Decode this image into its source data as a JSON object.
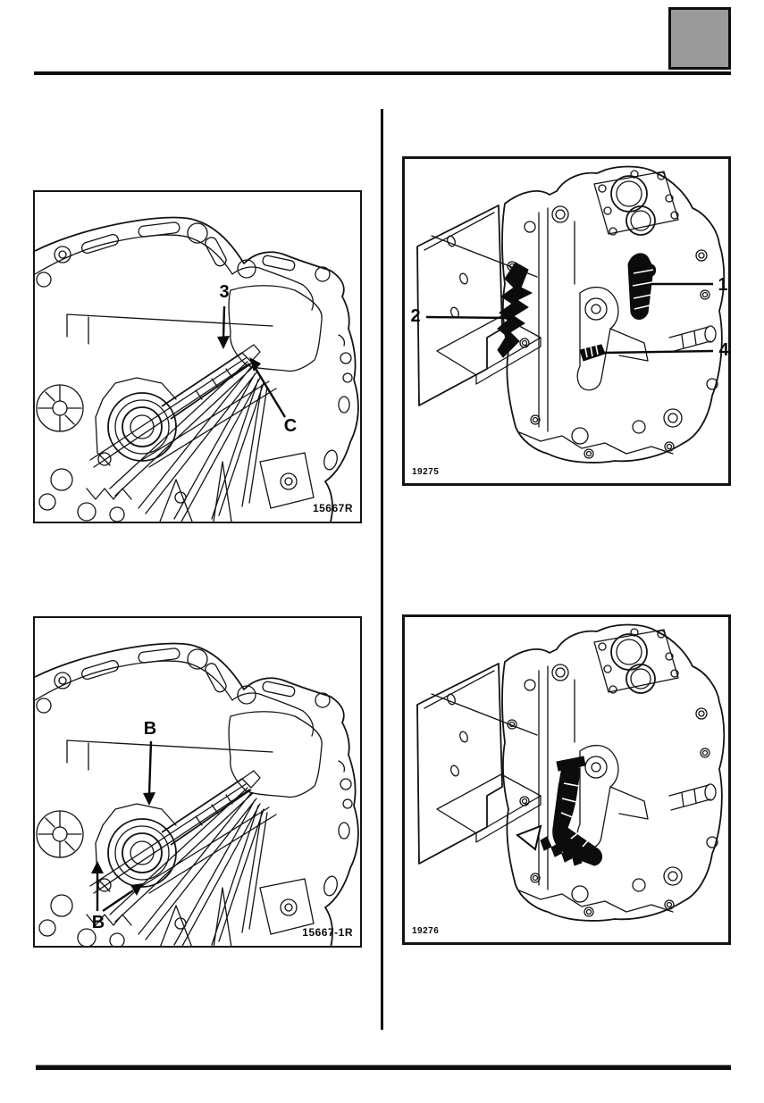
{
  "colors": {
    "ink": "#141414",
    "marker_box_fill": "#9a9a9a",
    "paper": "#ffffff"
  },
  "figures": {
    "top_left": {
      "fig_number": "15667R",
      "callouts": {
        "three": "3",
        "c": "C"
      }
    },
    "top_right": {
      "fig_number": "19275",
      "callouts": {
        "one": "1",
        "two": "2",
        "four": "4"
      }
    },
    "bottom_left": {
      "fig_number": "15667-1R",
      "callouts": {
        "b_top": "B",
        "b_bottom": "B"
      }
    },
    "bottom_right": {
      "fig_number": "19276"
    }
  }
}
